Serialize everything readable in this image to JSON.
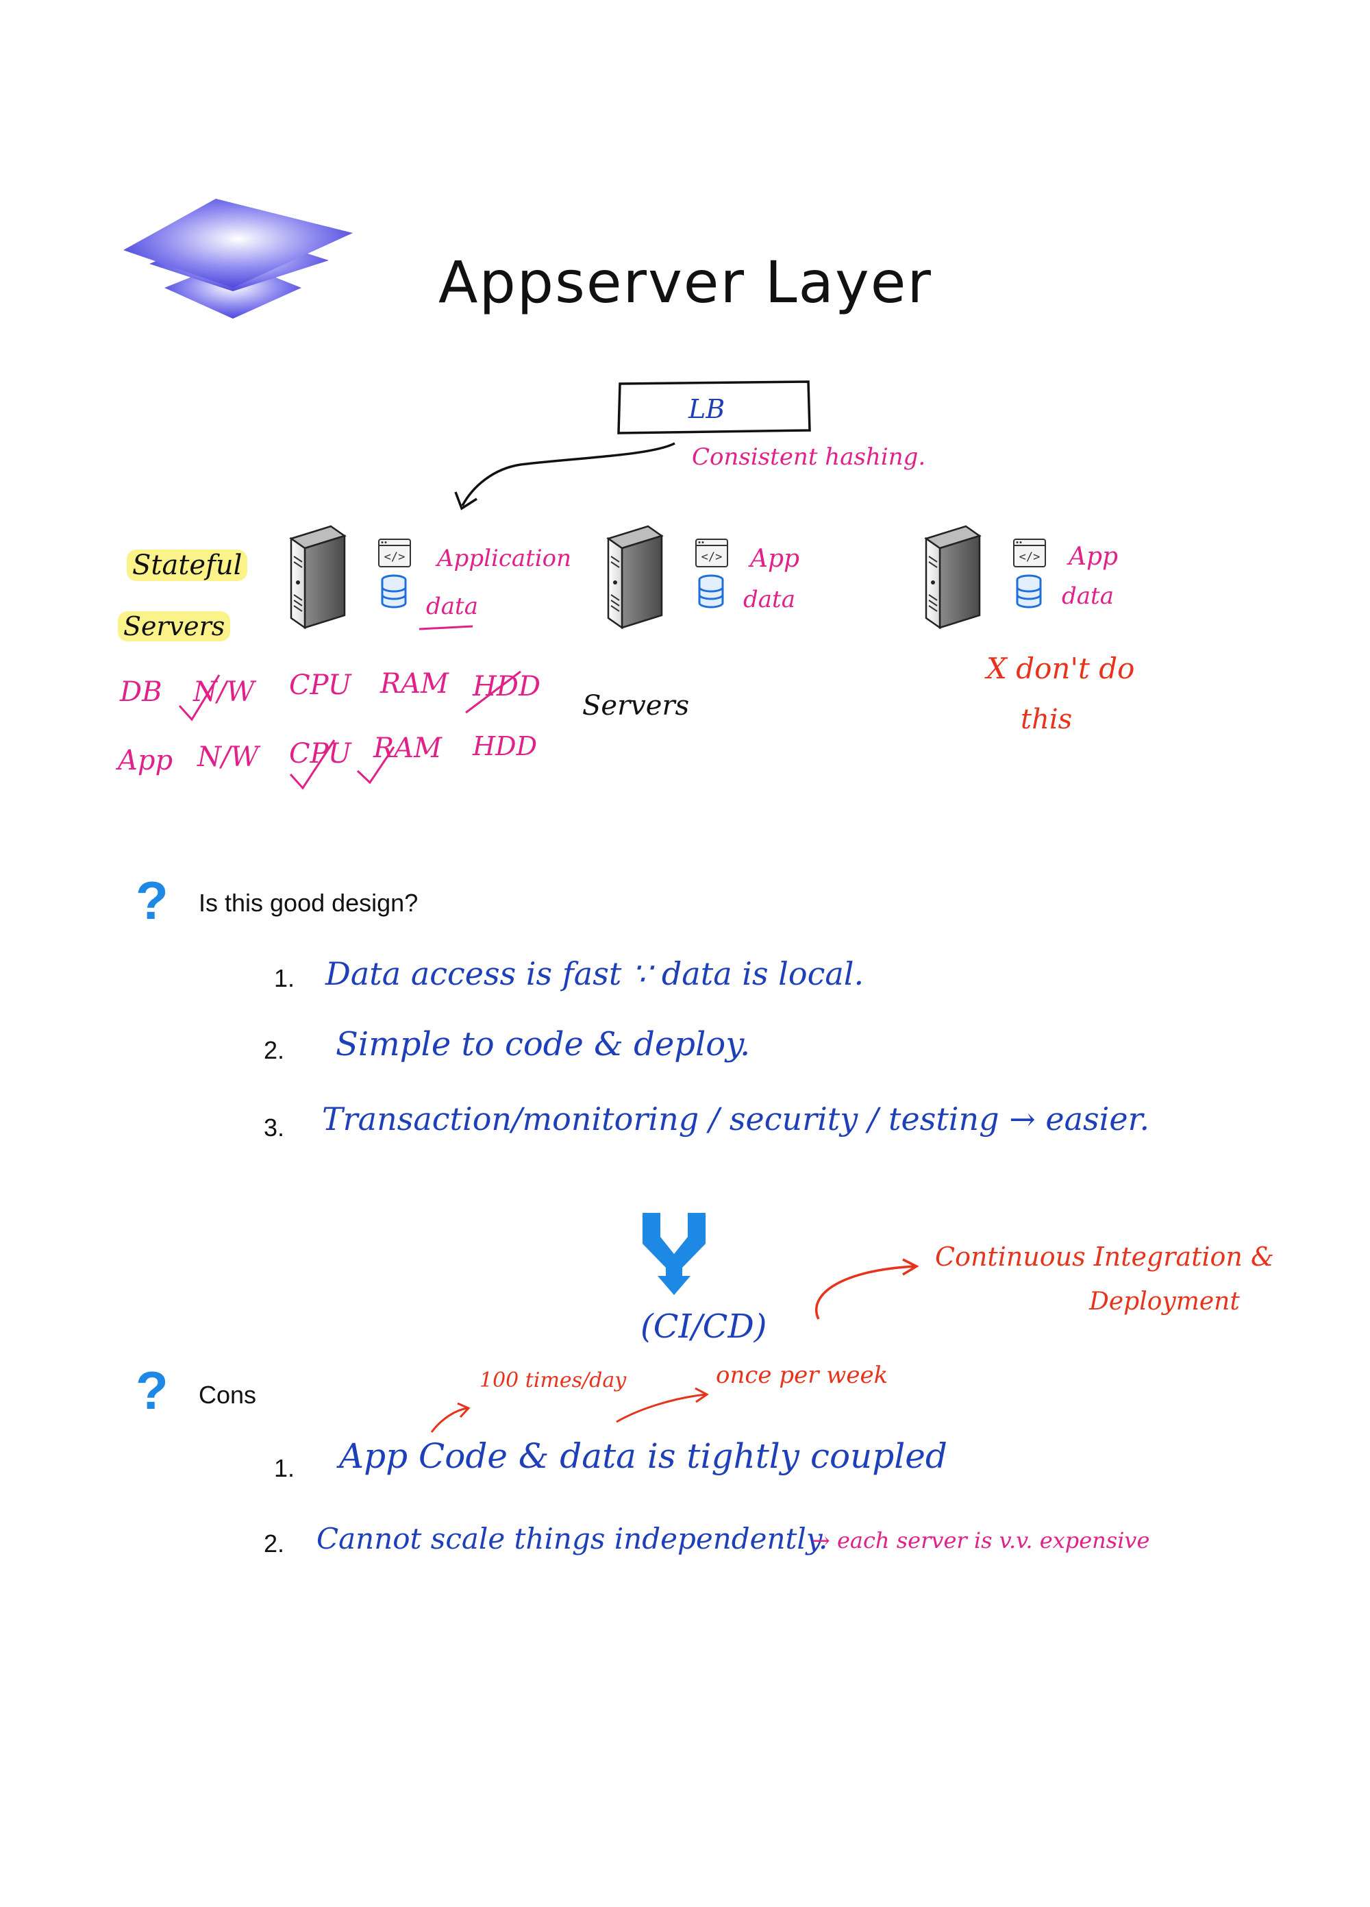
{
  "title": "Appserver Layer",
  "lb": {
    "label": "LB",
    "note": "Consistent hashing."
  },
  "left_notes": {
    "stateful": "Stateful",
    "servers": "Servers"
  },
  "servers": [
    {
      "line1": "Application",
      "line2": "data"
    },
    {
      "line1": "App",
      "line2": "data"
    },
    {
      "line1": "App",
      "line2": "data"
    }
  ],
  "servers_caption": "Servers",
  "dont_do": {
    "line1": "X don't do",
    "line2": "this"
  },
  "resources": {
    "row1": [
      "DB",
      "N/W",
      "CPU",
      "RAM",
      "HDD"
    ],
    "row2": [
      "App",
      "N/W",
      "CPU",
      "RAM",
      "HDD"
    ]
  },
  "question1": {
    "mark": "?",
    "label": "Is this good design?",
    "items": [
      {
        "num": "1.",
        "text": "Data access is fast ∵ data is local."
      },
      {
        "num": "2.",
        "text": "Simple to code & deploy."
      },
      {
        "num": "3.",
        "text": "Transaction/monitoring / security / testing → easier."
      }
    ]
  },
  "cicd": {
    "label": "(CI/CD)",
    "expansion_line1": "Continuous Integration &",
    "expansion_line2": "Deployment",
    "freq_high": "100 times/day",
    "freq_low": "once per week"
  },
  "question2": {
    "mark": "?",
    "label": "Cons",
    "items": [
      {
        "num": "1.",
        "text": "App Code & data is tightly coupled"
      },
      {
        "num": "2.",
        "text": "Cannot scale things independently.",
        "note": "→ each server is v.v. expensive"
      }
    ]
  },
  "colors": {
    "pink": "#e0218a",
    "blue": "#1d3fb8",
    "red": "#e8331c",
    "highlight": "#fbf28a",
    "question": "#1e88e5",
    "layers": "#5b55e0"
  },
  "icons": [
    "layers-icon",
    "server-icon",
    "code-window-icon",
    "database-icon",
    "merge-arrow-icon",
    "question-icon"
  ]
}
